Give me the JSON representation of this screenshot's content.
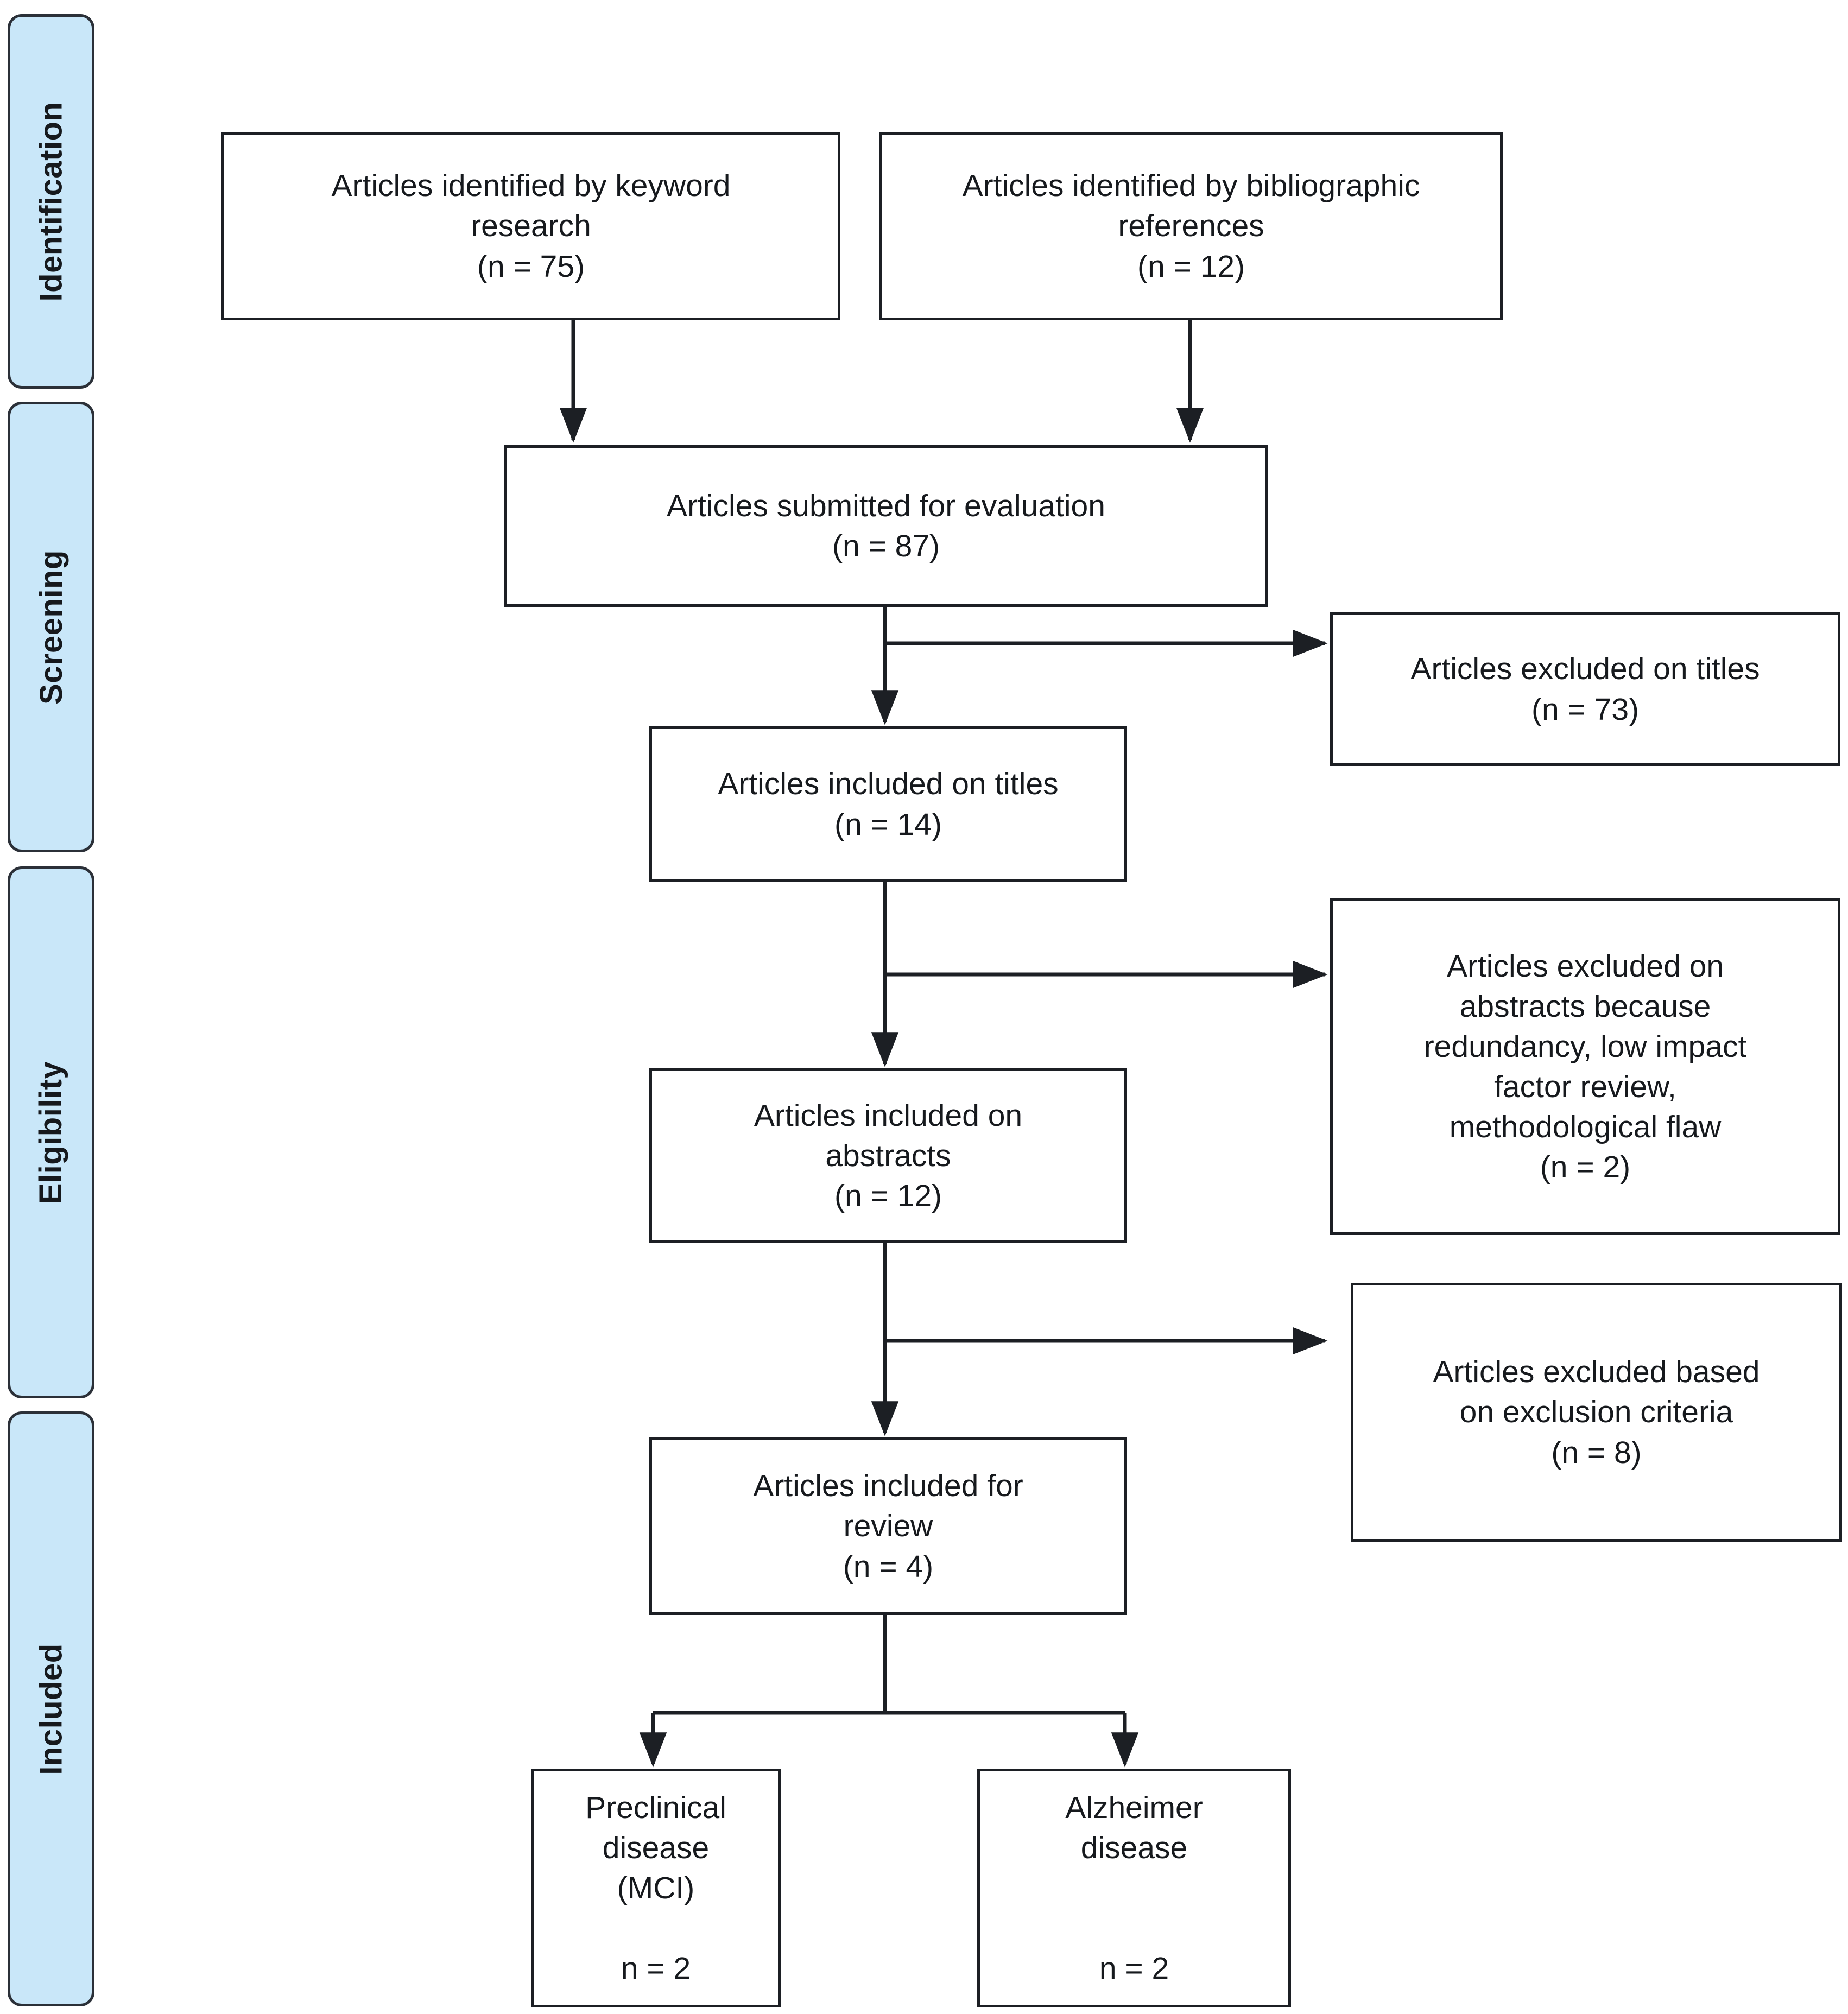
{
  "diagram": {
    "type": "prisma-flow-diagram",
    "title": "PRISMA study selection flow diagram",
    "accent_color": "#c9e7f9",
    "line_color": "#1c1f24",
    "background": "#ffffff"
  },
  "stages": [
    {
      "id": "identification",
      "label": "Identification"
    },
    {
      "id": "screening",
      "label": "Screening"
    },
    {
      "id": "eligibility",
      "label": "Eligibility"
    },
    {
      "id": "included",
      "label": "Included"
    }
  ],
  "nodes": {
    "keyword_research": {
      "lines": [
        "Articles identified by keyword",
        "research",
        "(n = 75)"
      ],
      "count": 75
    },
    "bibliographic_references": {
      "lines": [
        "Articles identified by bibliographic",
        "references",
        "(n = 12)"
      ],
      "count": 12
    },
    "submitted_for_evaluation": {
      "lines": [
        "Articles submitted for evaluation",
        "(n = 87)"
      ],
      "count": 87
    },
    "excluded_on_titles": {
      "lines": [
        "Articles excluded on titles",
        "(n = 73)"
      ],
      "count": 73
    },
    "included_on_titles": {
      "lines": [
        "Articles included on titles",
        "(n = 14)"
      ],
      "count": 14
    },
    "excluded_on_abstracts": {
      "lines": [
        "Articles excluded on",
        "abstracts because",
        "redundancy, low impact",
        "factor review,",
        "methodological flaw",
        "(n = 2)"
      ],
      "count": 2
    },
    "included_on_abstracts": {
      "lines": [
        "Articles included on",
        "abstracts",
        "(n = 12)"
      ],
      "count": 12
    },
    "excluded_on_criteria": {
      "lines": [
        "Articles excluded based",
        "on exclusion criteria",
        "(n = 8)"
      ],
      "count": 8
    },
    "included_for_review": {
      "lines": [
        "Articles included for",
        "review",
        "(n = 4)"
      ],
      "count": 4
    },
    "preclinical_disease": {
      "lines": [
        "Preclinical",
        "disease",
        "(MCI)",
        "",
        "n = 2"
      ],
      "count": 2
    },
    "alzheimer_disease": {
      "lines": [
        "Alzheimer",
        "disease",
        "",
        "",
        "n = 2"
      ],
      "count": 2
    }
  },
  "edges": [
    {
      "from": "keyword_research",
      "to": "submitted_for_evaluation",
      "kind": "down-arrow"
    },
    {
      "from": "bibliographic_references",
      "to": "submitted_for_evaluation",
      "kind": "down-arrow"
    },
    {
      "from": "submitted_for_evaluation",
      "to": "included_on_titles",
      "kind": "down-arrow"
    },
    {
      "from": "submitted_for_evaluation",
      "to": "excluded_on_titles",
      "kind": "branch-right-arrow"
    },
    {
      "from": "included_on_titles",
      "to": "included_on_abstracts",
      "kind": "down-arrow"
    },
    {
      "from": "included_on_titles",
      "to": "excluded_on_abstracts",
      "kind": "branch-right-arrow"
    },
    {
      "from": "included_on_abstracts",
      "to": "included_for_review",
      "kind": "down-arrow"
    },
    {
      "from": "included_on_abstracts",
      "to": "excluded_on_criteria",
      "kind": "branch-right-arrow"
    },
    {
      "from": "included_for_review",
      "to": "preclinical_disease",
      "kind": "split-down-arrow"
    },
    {
      "from": "included_for_review",
      "to": "alzheimer_disease",
      "kind": "split-down-arrow"
    }
  ]
}
